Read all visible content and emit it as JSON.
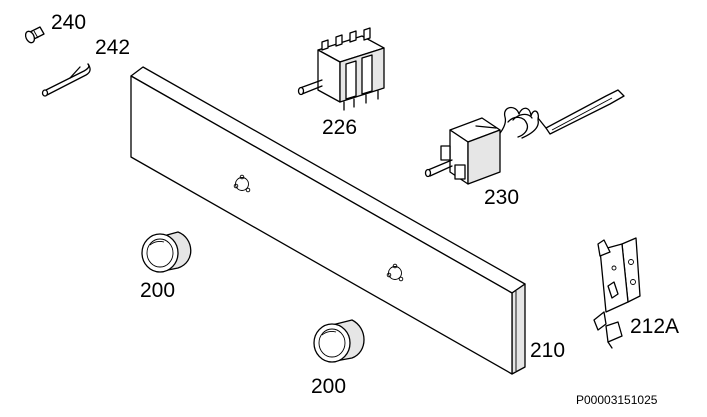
{
  "parts": {
    "p240": {
      "label": "240",
      "icon": "screw-icon"
    },
    "p242": {
      "label": "242",
      "icon": "spring-pin-icon"
    },
    "p226": {
      "label": "226",
      "icon": "switch-icon"
    },
    "p230": {
      "label": "230",
      "icon": "thermostat-icon"
    },
    "p200a": {
      "label": "200",
      "icon": "knob-icon"
    },
    "p200b": {
      "label": "200",
      "icon": "knob-icon"
    },
    "p210": {
      "label": "210",
      "icon": "control-panel-icon"
    },
    "p212A": {
      "label": "212A",
      "icon": "bracket-icon"
    }
  },
  "drawing_code": "P00003151025"
}
